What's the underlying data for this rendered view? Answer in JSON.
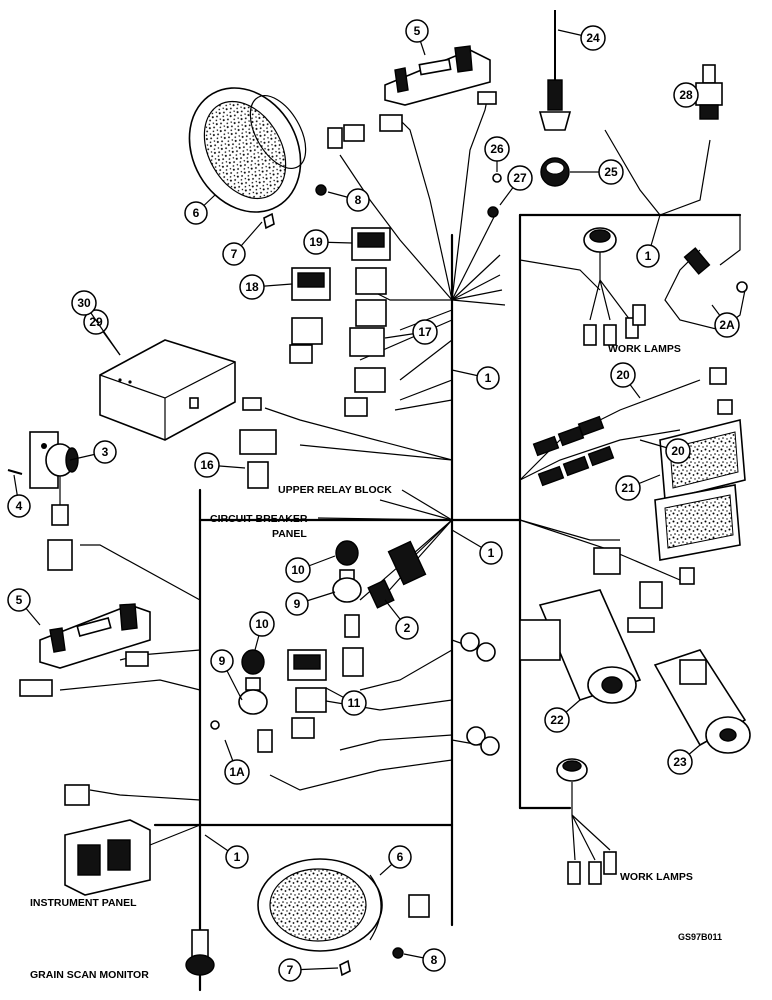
{
  "callouts": [
    {
      "id": "c1a",
      "text": "1"
    },
    {
      "id": "c1b",
      "text": "1"
    },
    {
      "id": "c1c",
      "text": "1"
    },
    {
      "id": "c1d",
      "text": "1"
    },
    {
      "id": "c1A",
      "text": "1A"
    },
    {
      "id": "c2",
      "text": "2"
    },
    {
      "id": "c2A",
      "text": "2A"
    },
    {
      "id": "c3",
      "text": "3"
    },
    {
      "id": "c4",
      "text": "4"
    },
    {
      "id": "c5a",
      "text": "5"
    },
    {
      "id": "c5b",
      "text": "5"
    },
    {
      "id": "c6a",
      "text": "6"
    },
    {
      "id": "c6b",
      "text": "6"
    },
    {
      "id": "c7a",
      "text": "7"
    },
    {
      "id": "c7b",
      "text": "7"
    },
    {
      "id": "c8a",
      "text": "8"
    },
    {
      "id": "c8b",
      "text": "8"
    },
    {
      "id": "c9a",
      "text": "9"
    },
    {
      "id": "c9b",
      "text": "9"
    },
    {
      "id": "c10a",
      "text": "10"
    },
    {
      "id": "c10b",
      "text": "10"
    },
    {
      "id": "c11",
      "text": "11"
    },
    {
      "id": "c16",
      "text": "16"
    },
    {
      "id": "c17",
      "text": "17"
    },
    {
      "id": "c18",
      "text": "18"
    },
    {
      "id": "c19",
      "text": "19"
    },
    {
      "id": "c20a",
      "text": "20"
    },
    {
      "id": "c20b",
      "text": "20"
    },
    {
      "id": "c21",
      "text": "21"
    },
    {
      "id": "c22",
      "text": "22"
    },
    {
      "id": "c23",
      "text": "23"
    },
    {
      "id": "c24",
      "text": "24"
    },
    {
      "id": "c25",
      "text": "25"
    },
    {
      "id": "c26",
      "text": "26"
    },
    {
      "id": "c27",
      "text": "27"
    },
    {
      "id": "c28",
      "text": "28"
    },
    {
      "id": "c29",
      "text": "29"
    },
    {
      "id": "c30",
      "text": "30"
    }
  ],
  "labels": {
    "work_lamps_upper": "WORK LAMPS",
    "work_lamps_lower": "WORK LAMPS",
    "upper_relay_block": "UPPER RELAY BLOCK",
    "circuit_breaker": "CIRCUIT BREAKER",
    "panel": "PANEL",
    "instrument_panel": "INSTRUMENT PANEL",
    "grain_scan_monitor": "GRAIN SCAN MONITOR",
    "figure_code": "GS97B011"
  }
}
